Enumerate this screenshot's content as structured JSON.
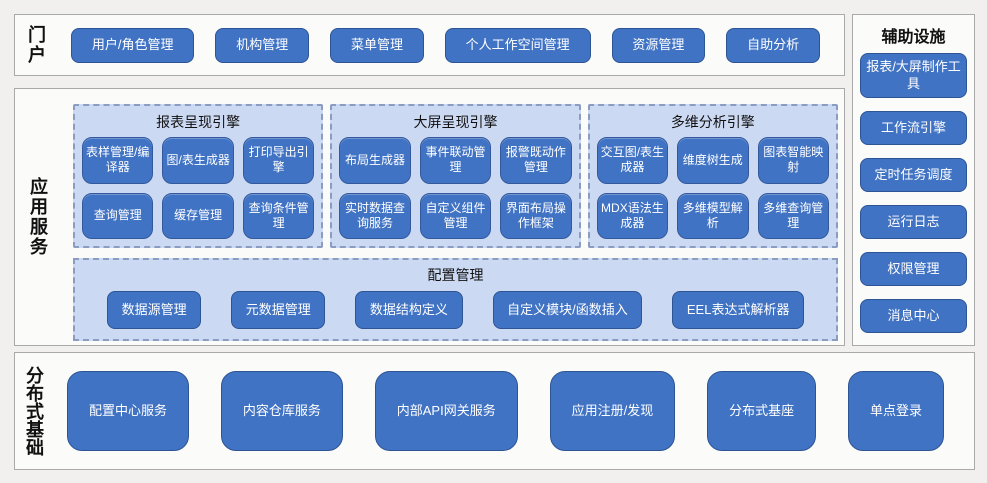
{
  "colors": {
    "accent_blue": "#4173c4",
    "accent_blue_border": "#2d5493",
    "panel_light_blue": "#ccd9f2",
    "panel_dashed_border": "#8a9cc0",
    "page_background": "#f1f0ee"
  },
  "portal": {
    "label": "门户",
    "items": [
      "用户/角色管理",
      "机构管理",
      "菜单管理",
      "个人工作空间管理",
      "资源管理",
      "自助分析"
    ]
  },
  "app_services": {
    "label": "应用服务",
    "engines": [
      {
        "title": "报表呈现引擎",
        "items": [
          "表样管理/编译器",
          "图/表生成器",
          "打印导出引擎",
          "查询管理",
          "缓存管理",
          "查询条件管理"
        ]
      },
      {
        "title": "大屏呈现引擎",
        "items": [
          "布局生成器",
          "事件联动管理",
          "报警既动作管理",
          "实时数据查询服务",
          "自定义组件管理",
          "界面布局操作框架"
        ]
      },
      {
        "title": "多维分析引擎",
        "items": [
          "交互图/表生成器",
          "维度树生成",
          "图表智能映射",
          "MDX语法生成器",
          "多维模型解析",
          "多维查询管理"
        ]
      }
    ],
    "config": {
      "title": "配置管理",
      "items": [
        "数据源管理",
        "元数据管理",
        "数据结构定义",
        "自定义模块/函数插入",
        "EEL表达式解析器"
      ]
    }
  },
  "auxiliary": {
    "title": "辅助设施",
    "items": [
      "报表/大屏制作工具",
      "工作流引擎",
      "定时任务调度",
      "运行日志",
      "权限管理",
      "消息中心"
    ]
  },
  "foundation": {
    "label": "分布式基础",
    "items": [
      "配置中心服务",
      "内容仓库服务",
      "内部API网关服务",
      "应用注册/发现",
      "分布式基座",
      "单点登录"
    ]
  }
}
